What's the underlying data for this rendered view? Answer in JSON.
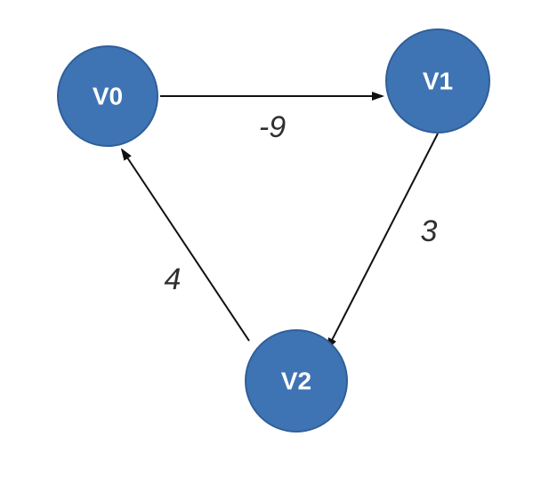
{
  "graph": {
    "node_fill": "#3f74b4",
    "node_stroke": "#2f5f99",
    "edge_color": "#111111",
    "nodes": [
      {
        "label": "V0"
      },
      {
        "label": "V1"
      },
      {
        "label": "V2"
      }
    ],
    "edges": [
      {
        "from": "V0",
        "to": "V1",
        "weight": "-9"
      },
      {
        "from": "V1",
        "to": "V2",
        "weight": "3"
      },
      {
        "from": "V2",
        "to": "V0",
        "weight": "4"
      }
    ]
  }
}
